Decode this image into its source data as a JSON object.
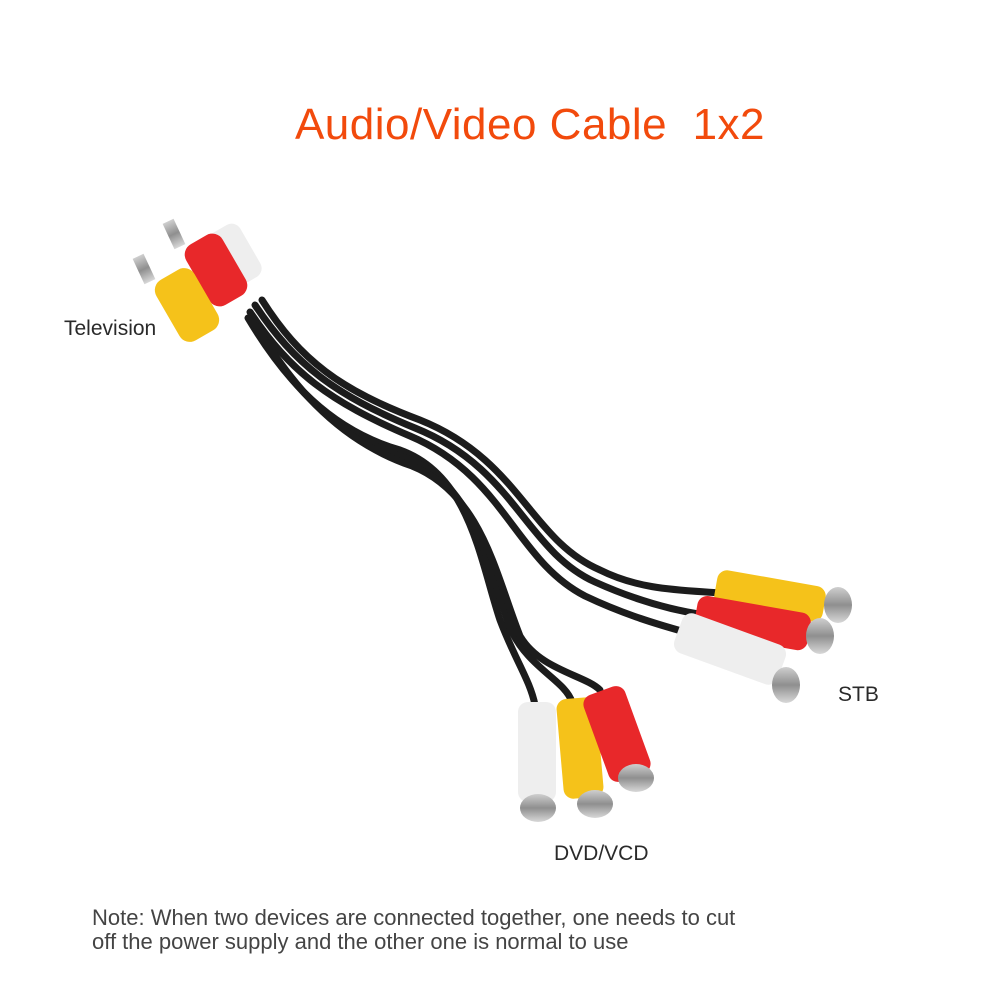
{
  "title": "Audio/Video Cable  1x2",
  "labels": {
    "television": "Television",
    "stb": "STB",
    "dvd_vcd": "DVD/VCD"
  },
  "note": {
    "line1": "Note: When two devices are connected together, one needs to cut",
    "line2": "off the power supply and the other one is normal to use"
  },
  "colors": {
    "title": "#f24a0c",
    "plug_red": "#e8282a",
    "plug_yellow": "#f5c21a",
    "plug_white": "#eeeeee",
    "cable": "#1c1c1c"
  },
  "image": {
    "subject": "RCA audio/video splitter cable, 3 male plugs to 2x3 female jacks",
    "icon": "rca-cable-photo"
  }
}
